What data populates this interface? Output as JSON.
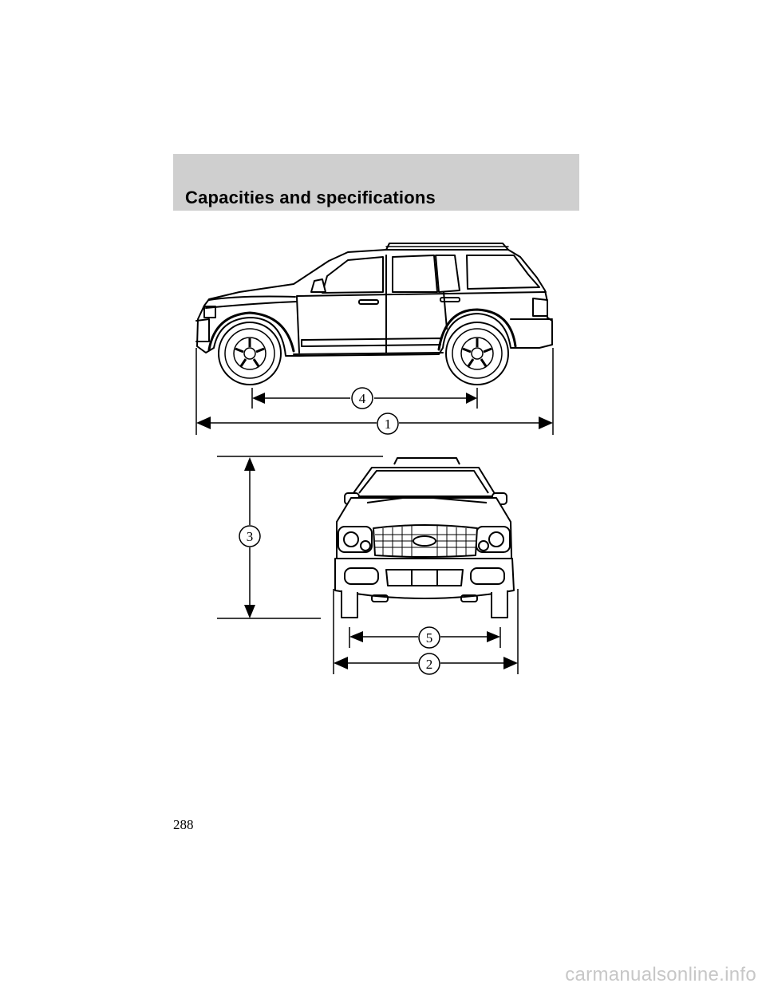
{
  "header": {
    "title": "Capacities and specifications"
  },
  "diagram": {
    "side_view": {
      "callouts": [
        "4",
        "1"
      ]
    },
    "front_view": {
      "callouts": [
        "3",
        "5",
        "2"
      ]
    }
  },
  "footer": {
    "page_number": "288"
  },
  "watermark": {
    "text": "carmanualsonline.info"
  },
  "colors": {
    "header_band": "#cfcfcf",
    "line": "#000000",
    "watermark": "#c7c7c7"
  }
}
